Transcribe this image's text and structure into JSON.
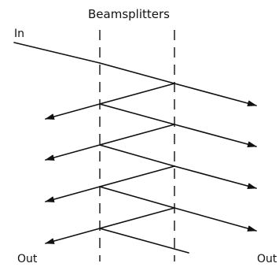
{
  "diagram": {
    "title": "Beamsplitters",
    "input_label": "In",
    "output_left_label": "Out",
    "output_right_label": "Out",
    "colors": {
      "ink": "#111111",
      "background": "#ffffff"
    }
  }
}
